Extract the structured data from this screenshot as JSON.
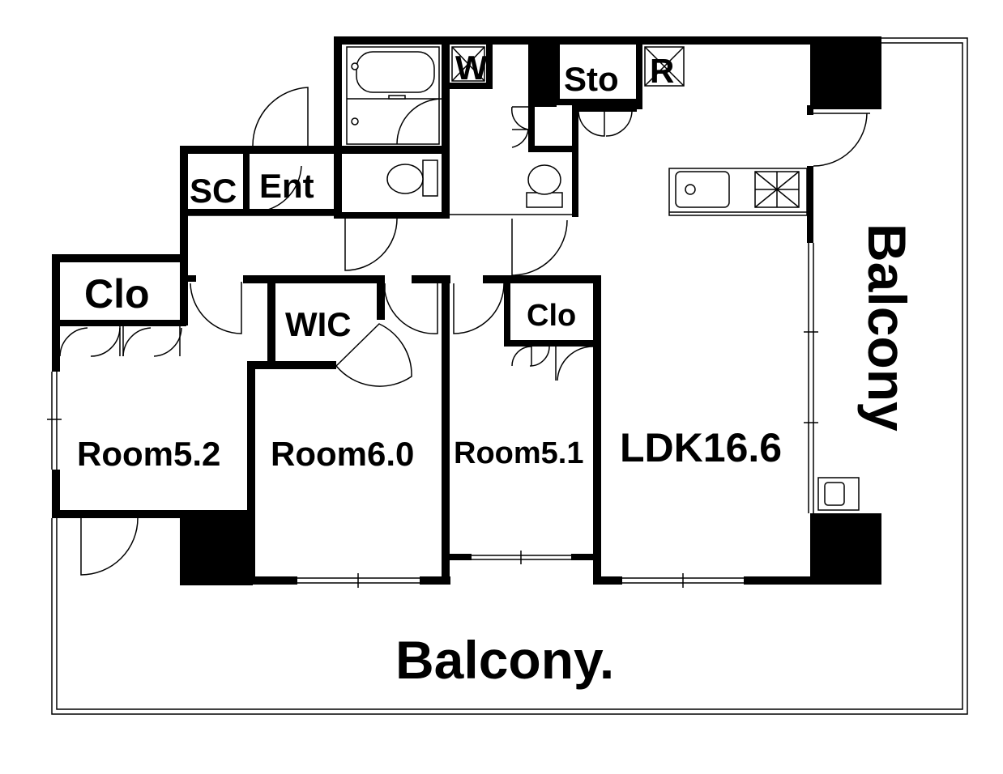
{
  "labels": {
    "ldk": "LDK16.6",
    "room1": "Room5.2",
    "room2": "Room6.0",
    "room3": "Room5.1",
    "clo1": "Clo",
    "clo2": "Clo",
    "wic": "WIC",
    "sc": "SC",
    "ent": "Ent",
    "wash": "W",
    "sto": "Sto",
    "ref": "R",
    "balcony_bottom": "Balcony.",
    "balcony_side": "Balcony"
  },
  "colors": {
    "walls": "#000000",
    "background": "#ffffff"
  }
}
